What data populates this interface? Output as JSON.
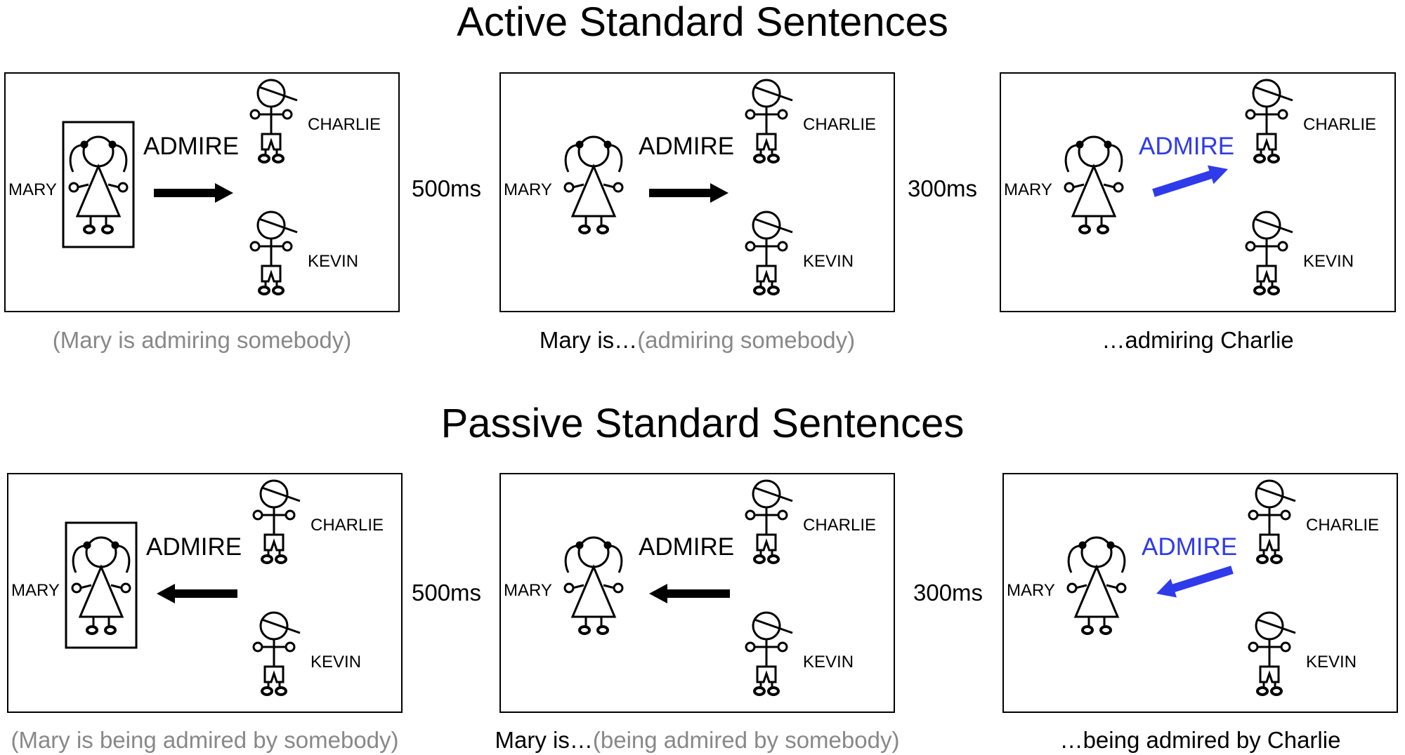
{
  "rows": [
    {
      "title": "Active Standard Sentences",
      "direction": "right",
      "panels": [
        {
          "verb": "ADMIRE",
          "subject": "MARY",
          "agent": "CHARLIE",
          "other": "KEVIN",
          "framed_subject": true,
          "verb_highlight": false,
          "arrow_style": "black-horizontal"
        },
        {
          "verb": "ADMIRE",
          "subject": "MARY",
          "agent": "CHARLIE",
          "other": "KEVIN",
          "framed_subject": false,
          "verb_highlight": false,
          "arrow_style": "black-horizontal"
        },
        {
          "verb": "ADMIRE",
          "subject": "MARY",
          "agent": "CHARLIE",
          "other": "KEVIN",
          "framed_subject": false,
          "verb_highlight": true,
          "arrow_style": "blue-diagonal-to-charlie"
        }
      ],
      "timings": [
        "500ms",
        "300ms"
      ],
      "captions": [
        [
          {
            "text": "(Mary is admiring somebody)",
            "color": "gray"
          }
        ],
        [
          {
            "text": "Mary is…",
            "color": "black"
          },
          {
            "text": "(admiring somebody)",
            "color": "gray"
          }
        ],
        [
          {
            "text": "…admiring Charlie",
            "color": "black"
          }
        ]
      ]
    },
    {
      "title": "Passive Standard Sentences",
      "direction": "left",
      "panels": [
        {
          "verb": "ADMIRE",
          "subject": "MARY",
          "agent": "CHARLIE",
          "other": "KEVIN",
          "framed_subject": true,
          "verb_highlight": false,
          "arrow_style": "black-horizontal"
        },
        {
          "verb": "ADMIRE",
          "subject": "MARY",
          "agent": "CHARLIE",
          "other": "KEVIN",
          "framed_subject": false,
          "verb_highlight": false,
          "arrow_style": "black-horizontal"
        },
        {
          "verb": "ADMIRE",
          "subject": "MARY",
          "agent": "CHARLIE",
          "other": "KEVIN",
          "framed_subject": false,
          "verb_highlight": true,
          "arrow_style": "blue-diagonal-from-charlie"
        }
      ],
      "timings": [
        "500ms",
        "300ms"
      ],
      "captions": [
        [
          {
            "text": "(Mary is being admired by somebody)",
            "color": "gray"
          }
        ],
        [
          {
            "text": "Mary is…",
            "color": "black"
          },
          {
            "text": "(being admired by somebody)",
            "color": "gray"
          }
        ],
        [
          {
            "text": "…being admired by Charlie",
            "color": "black"
          }
        ]
      ]
    }
  ],
  "colors": {
    "highlight": "#2f3bea",
    "caption_gray": "#888888",
    "text": "#000000"
  }
}
